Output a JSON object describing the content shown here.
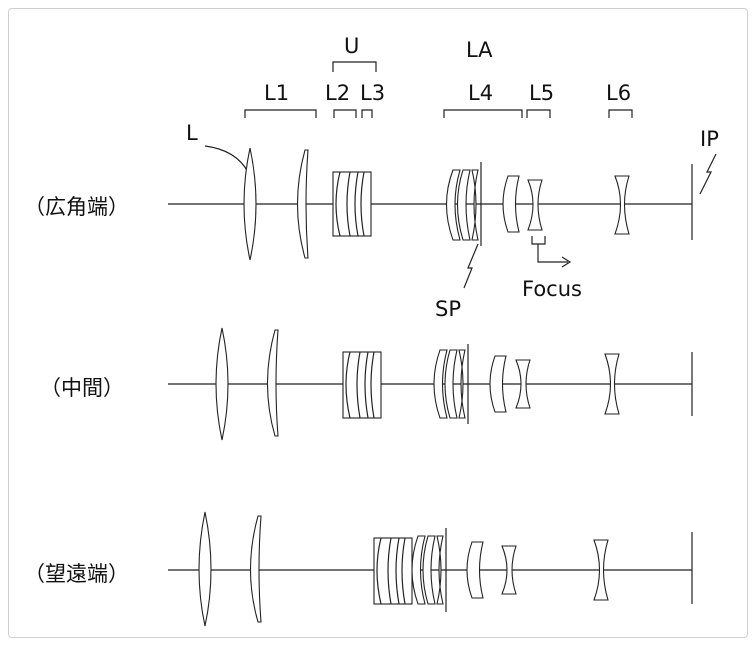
{
  "labels": {
    "u": "U",
    "la": "LA",
    "l1": "L1",
    "l2": "L2",
    "l3": "L3",
    "l4": "L4",
    "l5": "L5",
    "l6": "L6",
    "l": "L",
    "ip": "IP",
    "sp": "SP",
    "focus": "Focus"
  },
  "rows": {
    "wide": "（広角端）",
    "middle": "（中間）",
    "tele": "（望遠端）"
  },
  "colors": {
    "line": "#222222",
    "frame": "#d0d0d0"
  }
}
